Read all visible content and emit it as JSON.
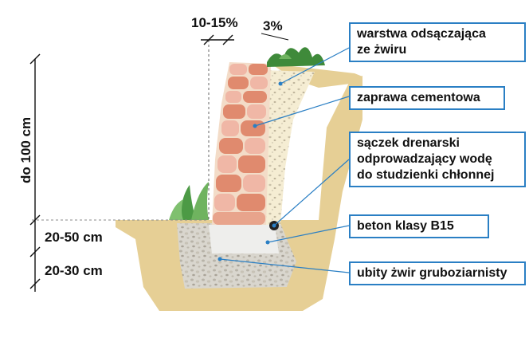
{
  "dimensions": {
    "lean": "10-15%",
    "slope": "3%",
    "wall_height": "do 100 cm",
    "concrete_depth": "20-50 cm",
    "gravel_depth": "20-30 cm"
  },
  "labels": [
    {
      "lines": [
        "warstwa odsączająca",
        "ze żwiru"
      ]
    },
    {
      "lines": [
        "zaprawa cementowa"
      ]
    },
    {
      "lines": [
        "sączek drenarski",
        "odprowadzający wodę",
        "do studzienki chłonnej"
      ]
    },
    {
      "lines": [
        "beton klasy B15"
      ]
    },
    {
      "lines": [
        "ubity żwir gruboziarnisty"
      ]
    }
  ],
  "colors": {
    "frame": "#2a7fc4",
    "leader": "#2a7fc4",
    "soil": "#e6cf95",
    "gravel": "#d6d3cc",
    "concrete": "#eeeeec",
    "drainage_layer": "#f4ecd0",
    "stone_light": "#f0b7a6",
    "stone_dark": "#e08a6e",
    "mortar": "#f3dcc8",
    "plant": "#3f8a3a",
    "pipe": "#222222"
  }
}
